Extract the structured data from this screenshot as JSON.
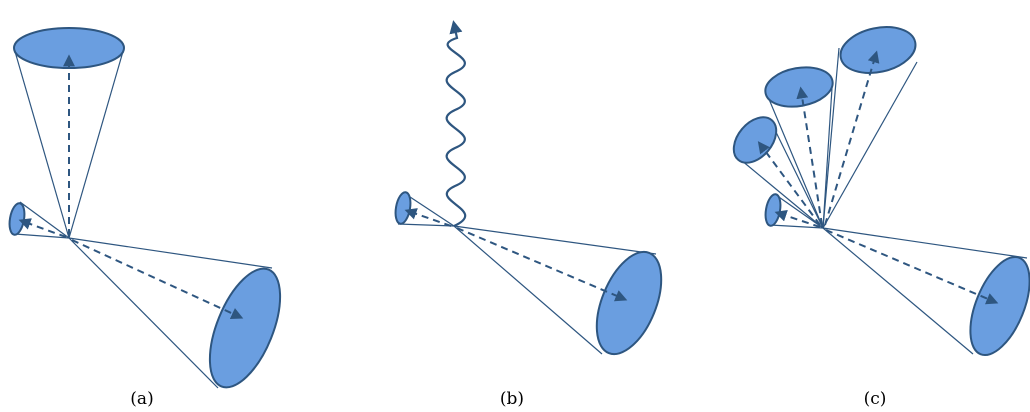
{
  "colors": {
    "fill": "#6a9ee0",
    "stroke": "#2e5680",
    "arrow": "#2e5680",
    "wave": "#2e5680",
    "line": "#2e5680"
  },
  "panels": [
    {
      "label": "(a)",
      "cones": [
        "up",
        "left",
        "lower-right"
      ],
      "photon": false
    },
    {
      "label": "(b)",
      "cones": [
        "left",
        "lower-right"
      ],
      "photon": true,
      "photon_icon": "wavy-arrow-icon"
    },
    {
      "label": "(c)",
      "cones": [
        "up-right-large",
        "up-medium",
        "upper-left-small",
        "left-small",
        "lower-right"
      ],
      "photon": false
    }
  ]
}
